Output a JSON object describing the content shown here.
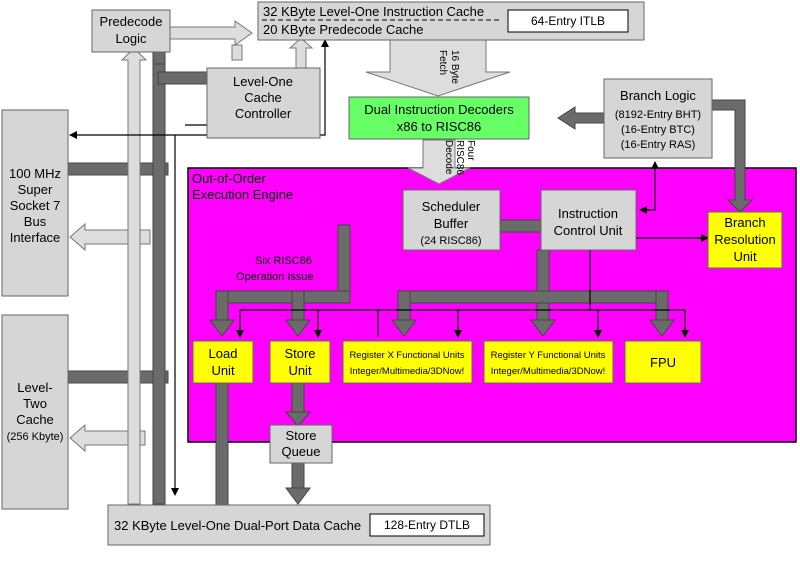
{
  "diagram": {
    "predecode_logic": [
      "Predecode",
      "Logic"
    ],
    "instruction_cache": "32 KByte Level-One Instruction Cache",
    "predecode_cache": "20 KByte Predecode Cache",
    "itlb": "64-Entry ITLB",
    "l1_cache_controller": [
      "Level-One",
      "Cache",
      "Controller"
    ],
    "fetch_label": [
      "16 Byte",
      "Fetch"
    ],
    "decoders": [
      "Dual Instruction Decoders",
      "x86 to RISC86"
    ],
    "branch_logic": {
      "title": "Branch Logic",
      "lines": [
        "(8192-Entry BHT)",
        "(16-Entry BTC)",
        "(16-Entry RAS)"
      ]
    },
    "bus_interface": [
      "100 MHz",
      "Super",
      "Socket 7",
      "Bus",
      "Interface"
    ],
    "decode_label": [
      "Four",
      "RISC86",
      "Decode"
    ],
    "ooo_engine": [
      "Out-of-Order",
      "Execution Engine"
    ],
    "scheduler": [
      "Scheduler",
      "Buffer",
      "(24 RISC86)"
    ],
    "icu": [
      "Instruction",
      "Control Unit"
    ],
    "branch_resolution": [
      "Branch",
      "Resolution",
      "Unit"
    ],
    "issue_label": [
      "Six RISC86",
      "Operation Issue"
    ],
    "load_unit": [
      "Load",
      "Unit"
    ],
    "store_unit": [
      "Store",
      "Unit"
    ],
    "reg_x": [
      "Register X Functional Units",
      "Integer/Multimedia/3DNow!"
    ],
    "reg_y": [
      "Register Y Functional Units",
      "Integer/Multimedia/3DNow!"
    ],
    "fpu": "FPU",
    "l2_cache": [
      "Level-",
      "Two",
      "Cache",
      "(256 Kbyte)"
    ],
    "store_queue": [
      "Store",
      "Queue"
    ],
    "data_cache": "32 KByte Level-One Dual-Port Data Cache",
    "dtlb": "128-Entry DTLB"
  },
  "colors": {
    "block_gray": "#d6d6d6",
    "engine_magenta": "#ff00ff",
    "decoder_green": "#66ff66",
    "unit_yellow": "#ffff00",
    "bus_dark": "#6b6b6b",
    "arrow_light": "#dddddd"
  }
}
